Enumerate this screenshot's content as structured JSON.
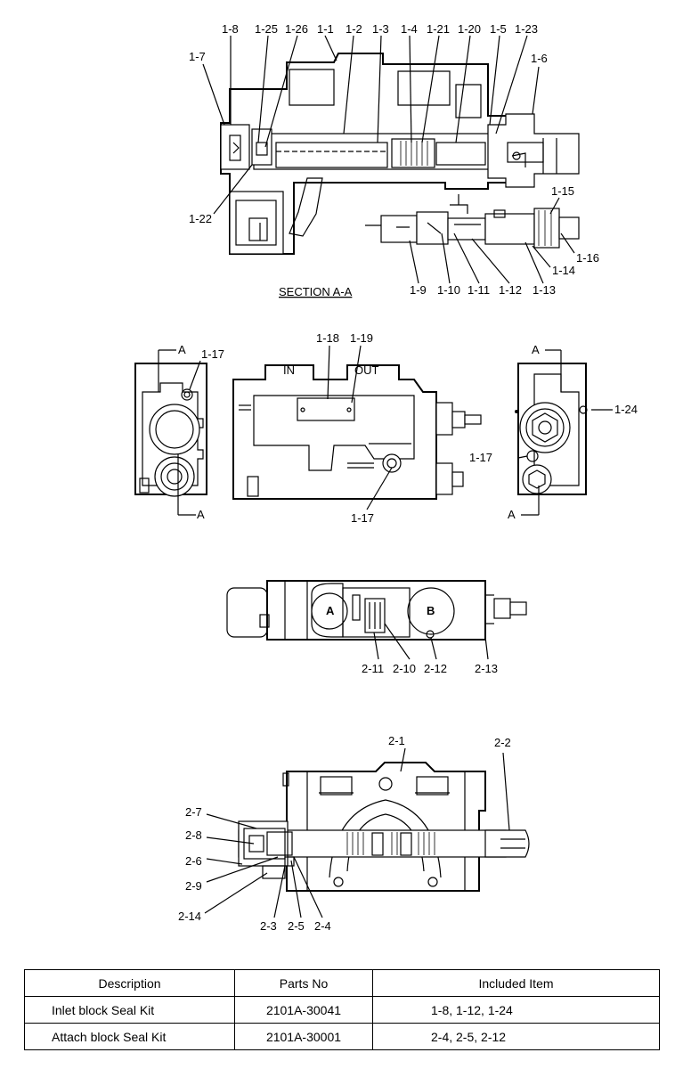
{
  "section_a": {
    "title": "SECTION A-A",
    "labels": [
      "1-8",
      "1-25",
      "1-26",
      "1-1",
      "1-2",
      "1-3",
      "1-4",
      "1-21",
      "1-20",
      "1-5",
      "1-23",
      "1-7",
      "1-6",
      "1-22",
      "1-15",
      "1-16",
      "1-14",
      "1-9",
      "1-10",
      "1-11",
      "1-12",
      "1-13"
    ]
  },
  "views": {
    "left_view": {
      "labels": [
        "A",
        "1-17",
        "A"
      ]
    },
    "front_view": {
      "port_in": "IN",
      "port_out": "OUT",
      "labels": [
        "1-18",
        "1-19",
        "1-17"
      ]
    },
    "right_view": {
      "labels": [
        "A",
        "1-24",
        "1-17",
        "A"
      ]
    }
  },
  "attach_top": {
    "port_a": "A",
    "port_b": "B",
    "labels": [
      "2-11",
      "2-10",
      "2-12",
      "2-13"
    ]
  },
  "attach_section": {
    "labels": [
      "2-1",
      "2-2",
      "2-7",
      "2-8",
      "2-6",
      "2-9",
      "2-14",
      "2-3",
      "2-5",
      "2-4"
    ]
  },
  "seal_kits": {
    "headers": [
      "Description",
      "Parts No",
      "Included Item"
    ],
    "rows": [
      {
        "description": "Inlet block Seal Kit",
        "parts_no": "2101A-30041",
        "included": "1-8, 1-12, 1-24"
      },
      {
        "description": "Attach block  Seal Kit",
        "parts_no": "2101A-30001",
        "included": "2-4, 2-5, 2-12"
      }
    ]
  }
}
